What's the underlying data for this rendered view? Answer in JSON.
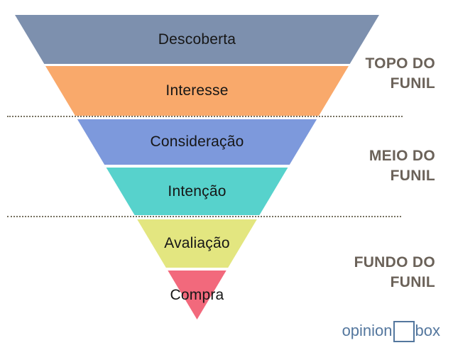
{
  "funnel": {
    "segments": [
      {
        "label": "Descoberta",
        "color": "#7D90AE"
      },
      {
        "label": "Interesse",
        "color": "#F9A96B"
      },
      {
        "label": "Consideração",
        "color": "#7D99DC"
      },
      {
        "label": "Intenção",
        "color": "#57D2CC"
      },
      {
        "label": "Avaliação",
        "color": "#E3E680"
      },
      {
        "label": "Compra",
        "color": "#F2697C"
      }
    ]
  },
  "stage_labels": [
    {
      "line1": "TOPO DO",
      "line2": "FUNIL"
    },
    {
      "line1": "MEIO DO",
      "line2": "FUNIL"
    },
    {
      "line1": "FUNDO DO",
      "line2": "FUNIL"
    }
  ],
  "divider": {
    "color": "#76705f",
    "style": "dotted"
  },
  "logo": {
    "part1": "opinion",
    "part2": "box",
    "color": "#54779E"
  },
  "text_colors": {
    "segment_label": "#161616",
    "stage_label": "#6b6259"
  }
}
